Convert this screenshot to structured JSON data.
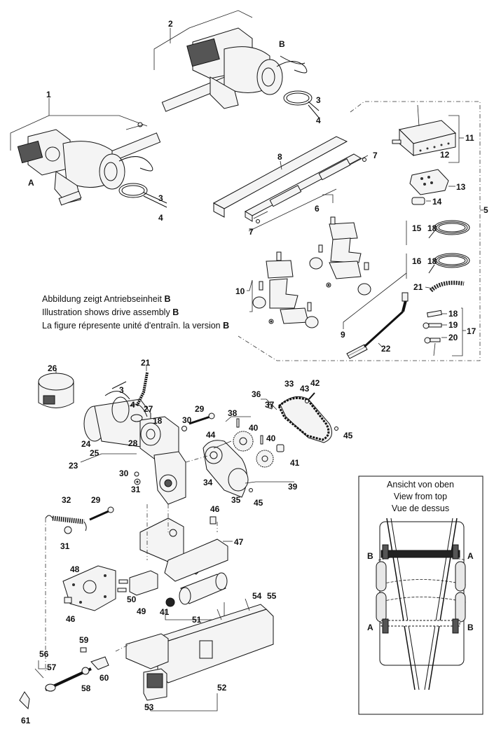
{
  "captions": {
    "de_prefix": "Abbildung zeigt Antriebseinheit ",
    "de_bold": "B",
    "en_prefix": "Illustration shows drive assembly ",
    "en_bold": "B",
    "fr_prefix": "La figure répresente unité d'entraîn. la version ",
    "fr_bold": "B"
  },
  "variant_labels": {
    "a": "A",
    "b": "B"
  },
  "inset": {
    "title_de": "Ansicht von oben",
    "title_en": "View from top",
    "title_fr": "Vue de dessus",
    "label_top_left": "B",
    "label_top_right": "A",
    "label_bottom_left": "A",
    "label_bottom_right": "B"
  },
  "part_numbers": {
    "p1": "1",
    "p2": "2",
    "p3a": "3",
    "p4a": "4",
    "p3b": "3",
    "p4b": "4",
    "p3c": "3",
    "p4c": "4",
    "p5": "5",
    "p6": "6",
    "p7a": "7",
    "p7b": "7",
    "p8": "8",
    "p9": "9",
    "p10": "10",
    "p11": "11",
    "p12": "12",
    "p13": "13",
    "p14": "14",
    "p15": "15",
    "p16": "16",
    "p17": "17",
    "p18a": "18",
    "p18b": "18",
    "p18c": "18",
    "p18d": "18",
    "p19": "19",
    "p20": "20",
    "p21a": "21",
    "p21b": "21",
    "p22": "22",
    "p23": "23",
    "p24": "24",
    "p25": "25",
    "p26": "26",
    "p27": "27",
    "p28": "28",
    "p29a": "29",
    "p29b": "29",
    "p30a": "30",
    "p30b": "30",
    "p31a": "31",
    "p31b": "31",
    "p32": "32",
    "p33": "33",
    "p34": "34",
    "p35": "35",
    "p36": "36",
    "p37": "37",
    "p38": "38",
    "p39": "39",
    "p40a": "40",
    "p40b": "40",
    "p41a": "41",
    "p41b": "41",
    "p42": "42",
    "p43": "43",
    "p44": "44",
    "p45a": "45",
    "p45b": "45",
    "p46a": "46",
    "p46b": "46",
    "p47": "47",
    "p48": "48",
    "p49": "49",
    "p50": "50",
    "p51": "51",
    "p52": "52",
    "p53": "53",
    "p54": "54",
    "p55": "55",
    "p56": "56",
    "p57": "57",
    "p58": "58",
    "p59": "59",
    "p60": "60",
    "p61": "61"
  }
}
